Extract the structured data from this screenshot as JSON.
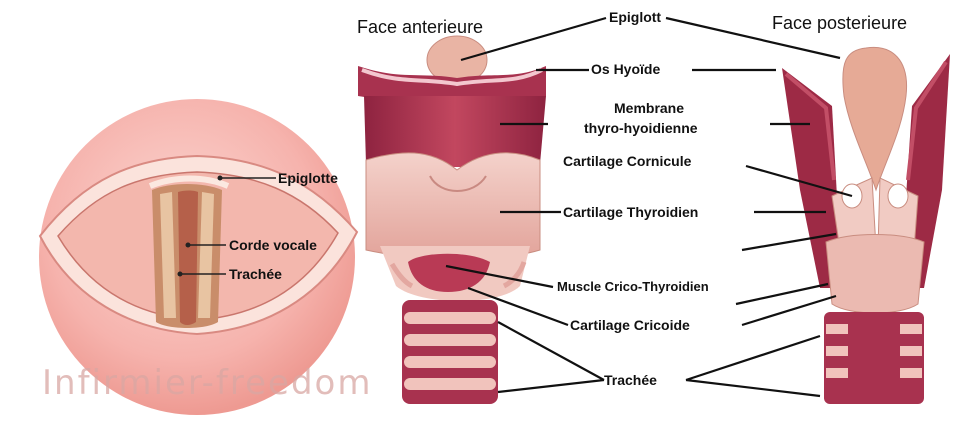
{
  "titles": {
    "anterior": "Face anterieure",
    "posterior": "Face posterieure"
  },
  "glottis_labels": {
    "epiglotte": "Epiglotte",
    "corde_vocale": "Corde vocale",
    "trachee": "Trachée"
  },
  "center_labels": {
    "epiglott": "Epiglott",
    "os_hyoide": "Os Hyoïde",
    "membrane_line1": "Membrane",
    "membrane_line2": "thyro-hyoidienne",
    "cartilage_cornicule": "Cartilage Cornicule",
    "cartilage_thyroidien": "Cartilage Thyroidien",
    "muscle_crico_thyroidien": "Muscle Crico-Thyroidien",
    "cartilage_cricoide": "Cartilage Cricoide",
    "trachee": "Trachée"
  },
  "watermark": "Infirmier-freedom",
  "colors": {
    "circle": "#f6b3ad",
    "circle_edge": "#f3a39c",
    "dark_red": "#9d2a45",
    "mid_red": "#c2475f",
    "pale_pink": "#f1c9c1",
    "cartilage": "#e9b4ad",
    "tan": "#d8ab84"
  }
}
